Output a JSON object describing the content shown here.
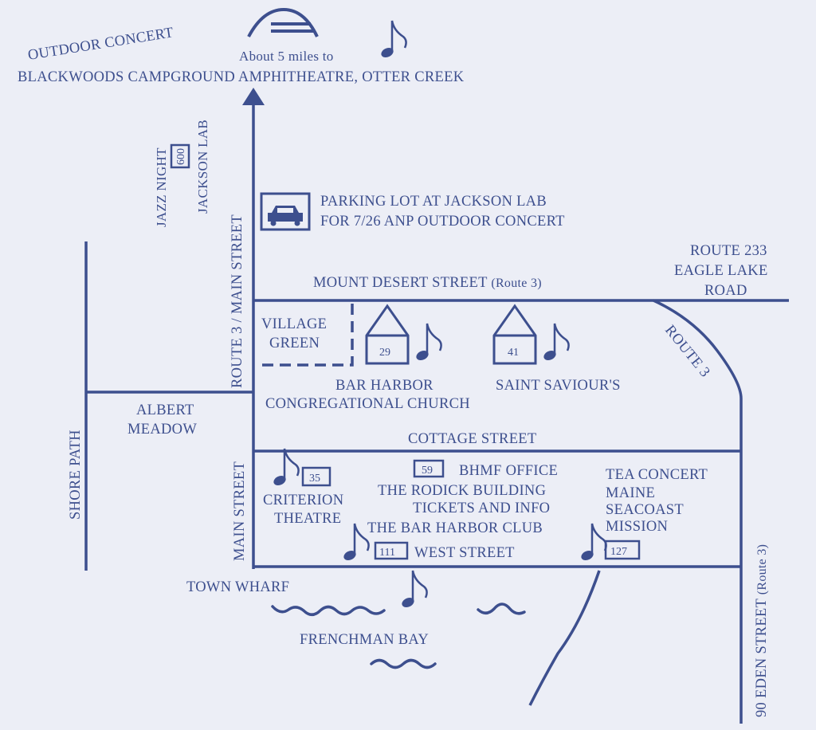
{
  "colors": {
    "background": "#eceef6",
    "ink": "#3d4f8e"
  },
  "top": {
    "outdoor_concert": "OUTDOOR CONCERT",
    "distance": "About 5 miles to",
    "destination": "BLACKWOODS CAMPGROUND AMPHITHEATRE, OTTER CREEK"
  },
  "jazz": {
    "jazz_night": "JAZZ NIGHT",
    "number": "600",
    "jackson_lab": "JACKSON LAB"
  },
  "parking": {
    "icon": "car-icon",
    "line1": "PARKING LOT AT JACKSON LAB",
    "line2": "FOR 7/26 ANP OUTDOOR CONCERT"
  },
  "streets": {
    "route3_main": "ROUTE 3 / MAIN STREET",
    "main_street": "MAIN STREET",
    "shore_path": "SHORE PATH",
    "mount_desert_street": "MOUNT DESERT STREET",
    "mount_desert_route": "(Route 3)",
    "route_233": "ROUTE 233",
    "eagle_lake": "EAGLE LAKE",
    "road": "ROAD",
    "route_3_diag": "ROUTE 3",
    "cottage_street": "COTTAGE STREET",
    "west_street": "WEST STREET",
    "eden_street": "90 EDEN STREET",
    "eden_route": "(Route 3)"
  },
  "places": {
    "village": "VILLAGE",
    "green": "GREEN",
    "albert": "ALBERT",
    "meadow": "MEADOW",
    "bar_harbor": "BAR HARBOR",
    "congregational_church": "CONGREGATIONAL CHURCH",
    "saint_saviours": "SAINT SAVIOUR'S",
    "criterion": "CRITERION",
    "theatre": "THEATRE",
    "bhmf_office": "BHMF OFFICE",
    "rodick_building": "THE RODICK BUILDING",
    "tickets_info": "TICKETS AND INFO",
    "bar_harbor_club": "THE BAR HARBOR CLUB",
    "tea_concert": "TEA CONCERT",
    "maine": "MAINE",
    "seacoast": "SEACOAST",
    "mission": "MISSION",
    "town_wharf": "TOWN WHARF",
    "frenchman_bay": "FRENCHMAN BAY"
  },
  "numbers": {
    "church": "29",
    "saint_saviours": "41",
    "criterion": "35",
    "bhmf": "59",
    "club": "111",
    "mission": "127"
  }
}
